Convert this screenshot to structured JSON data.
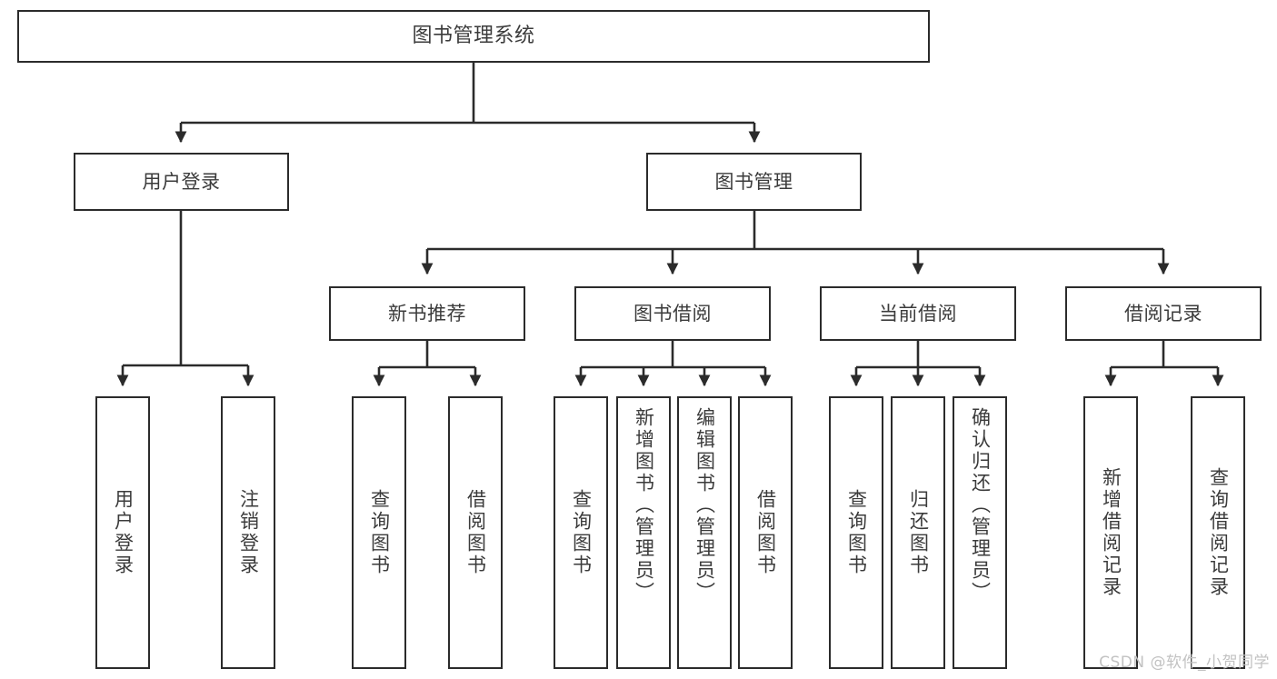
{
  "diagram": {
    "title": "图书管理系统",
    "type": "tree-hierarchy-diagram",
    "watermark": "CSDN @软件_小贺同学",
    "colors": {
      "border": "#2b2b2b",
      "text": "#3b3b3b",
      "background": "#ffffff",
      "watermark": "#c2c2c2"
    }
  },
  "nodes": {
    "root": {
      "label": "图书管理系统"
    },
    "level2": [
      {
        "label": "用户登录"
      },
      {
        "label": "图书管理"
      }
    ],
    "level3": [
      {
        "label": "新书推荐"
      },
      {
        "label": "图书借阅"
      },
      {
        "label": "当前借阅"
      },
      {
        "label": "借阅记录"
      }
    ],
    "leaves": {
      "user_login": [
        {
          "label": "用户登录"
        },
        {
          "label": "注销登录"
        }
      ],
      "new_book_recommend": [
        {
          "label": "查询图书"
        },
        {
          "label": "借阅图书"
        }
      ],
      "book_borrow": [
        {
          "label": "查询图书"
        },
        {
          "label": "新增图书（管理员）"
        },
        {
          "label": "编辑图书（管理员）"
        },
        {
          "label": "借阅图书"
        }
      ],
      "current_borrow": [
        {
          "label": "查询图书"
        },
        {
          "label": "归还图书"
        },
        {
          "label": "确认归还（管理员）"
        }
      ],
      "borrow_record": [
        {
          "label": "新增借阅记录"
        },
        {
          "label": "查询借阅记录"
        }
      ]
    }
  }
}
